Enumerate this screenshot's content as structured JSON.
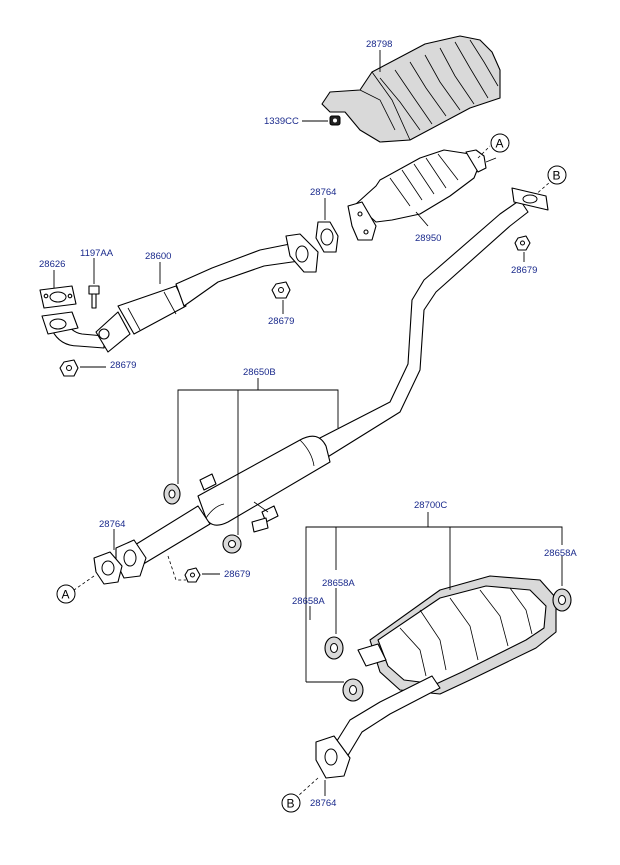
{
  "diagram": {
    "labels": {
      "heat_shield": "28798",
      "nut_heat_shield": "1339CC",
      "ref_a_top": "A",
      "ref_b_top": "B",
      "gasket_front": "28764",
      "catalytic_converter": "28950",
      "nut_upper_right": "28679",
      "gasket_manifold": "28626",
      "bolt": "1197AA",
      "front_pipe": "28600",
      "nut_front_pipe": "28679",
      "nut_lower_left": "28679",
      "center_muffler": "28650B",
      "gasket_center": "28764",
      "nut_center": "28679",
      "ref_a_bottom": "A",
      "main_muffler": "28700C",
      "hanger_right": "28658A",
      "hanger_mid": "28658A",
      "hanger_left": "28658A",
      "ref_b_bottom": "B",
      "gasket_rear": "28764"
    }
  }
}
